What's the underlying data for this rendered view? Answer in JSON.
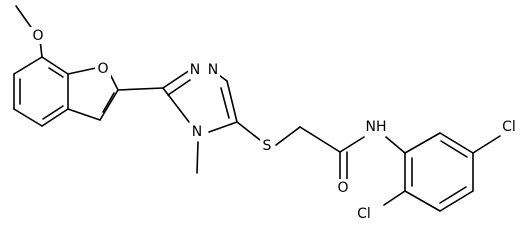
{
  "molecule": {
    "atoms": {
      "methoxy_o": "O",
      "furan_o": "O",
      "triazole_n1": "N",
      "triazole_n2": "N",
      "triazole_n4": "N",
      "thioether_s": "S",
      "amide_o": "O",
      "amide_nh": "NH",
      "chloro_top": "Cl",
      "chloro_bottom": "Cl"
    }
  }
}
